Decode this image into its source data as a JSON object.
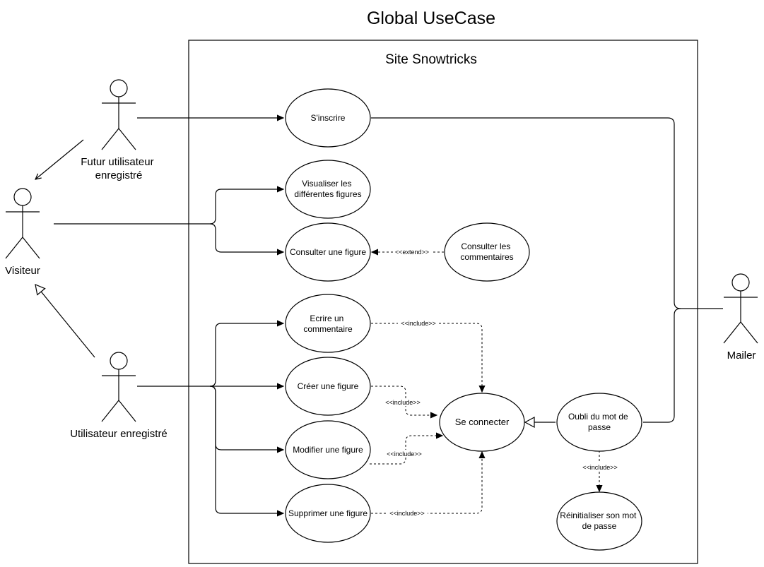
{
  "diagram": {
    "title": "Global UseCase",
    "system": "Site Snowtricks",
    "actors": {
      "futur": [
        "Futur utilisateur",
        "enregistré"
      ],
      "visiteur": [
        "Visiteur"
      ],
      "utilisateur": [
        "Utilisateur enregistré"
      ],
      "mailer": [
        "Mailer"
      ]
    },
    "use_cases": {
      "sinscrire": [
        "S'inscrire"
      ],
      "visualiser": [
        "Visualiser les",
        "différentes figures"
      ],
      "consulter_figure": [
        "Consulter une figure"
      ],
      "consulter_commentaires": [
        "Consulter les",
        "commentaires"
      ],
      "ecrire": [
        "Ecrire un",
        "commentaire"
      ],
      "creer": [
        "Créer une figure"
      ],
      "modifier": [
        "Modifier une figure"
      ],
      "supprimer": [
        "Supprimer une figure"
      ],
      "connecter": [
        "Se connecter"
      ],
      "oubli": [
        "Oubli du mot de",
        "passe"
      ],
      "reinitialiser": [
        "Réinitialiser son mot",
        "de passe"
      ]
    },
    "relations": {
      "extend": "<<extend>>",
      "include": "<<include>>"
    }
  }
}
